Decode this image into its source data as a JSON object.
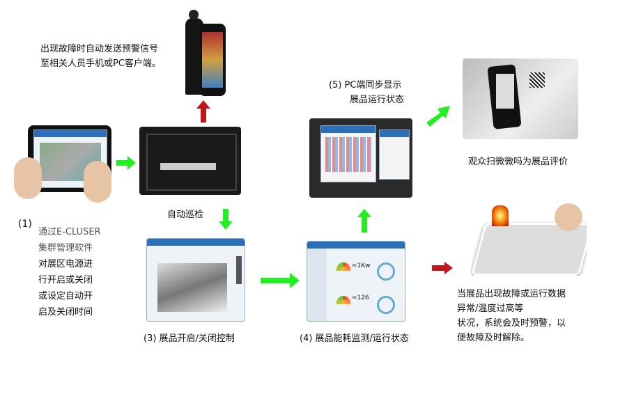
{
  "top_note": {
    "line1": "出现故障时自动发送预警信号",
    "line2": "至相关人员手机或PC客户端。"
  },
  "step1": {
    "num": "(1)",
    "line1": "通过E-CLUSER",
    "line2": "集群管理软件",
    "line3": "对展区电源进",
    "line4": "行开启或关闭",
    "line5": "或设定自动开",
    "line6": "启及关闭时间"
  },
  "patrol_label": "自动巡检",
  "step3_caption": "(3) 展品开启/关闭控制",
  "step4_caption": "(4) 展品能耗监测/运行状态",
  "step5": {
    "line1": "(5) PC端同步显示",
    "line2": "展品运行状态"
  },
  "scan_caption": "观众扫微微吗为展品评价",
  "alarm_note": {
    "line1": "当展品出现故障或运行数据",
    "line2": "异常/温度过高等",
    "line3": "状况，系统会及时预警，以",
    "line4": "便故障及时解除。"
  },
  "screen4": {
    "value1": "≈1Kw",
    "value2": "≈126"
  },
  "colors": {
    "green_arrow": "#22ee22",
    "red_arrow": "#c0181a",
    "ui_blue": "#2a6fb8"
  }
}
